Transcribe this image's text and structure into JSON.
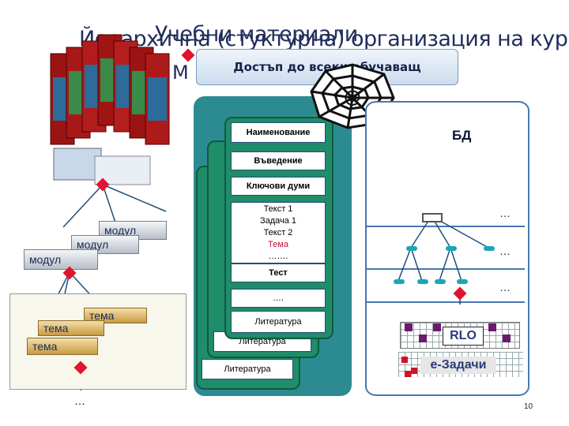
{
  "title": {
    "line1_a": "Йерархична (стуктурна) организация на курс",
    "line1_b": "Учебни материали",
    "line2": "М"
  },
  "access_box": "Достъп до всеки обучаващ",
  "center_cards": {
    "front": {
      "header": "Наименование",
      "intro": "Въведение",
      "keywords": "Ключови думи",
      "content_lines": [
        "Текст 1",
        "Задача 1",
        "Текст 2",
        "Тема",
        "……."
      ],
      "test": "Тест",
      "more": "….",
      "literature": "Литература"
    },
    "back_literature": [
      "Литература",
      "Литература"
    ]
  },
  "left_hierarchy": {
    "modules": [
      "модул",
      "модул",
      "модул"
    ],
    "topics": [
      "тема",
      "тема",
      "тема"
    ],
    "ellipsis": "…"
  },
  "database": {
    "label": "БД",
    "ellipsis": [
      "…",
      "…",
      "…"
    ],
    "rlo": "RLO",
    "tasks": "е-Задачи"
  },
  "page_number": "10",
  "colors": {
    "panel": "#2b8b91",
    "card": "#1f8c6a",
    "db_border": "#4677b5",
    "connector": "#e0142e",
    "accent_text": "#c8102e"
  }
}
